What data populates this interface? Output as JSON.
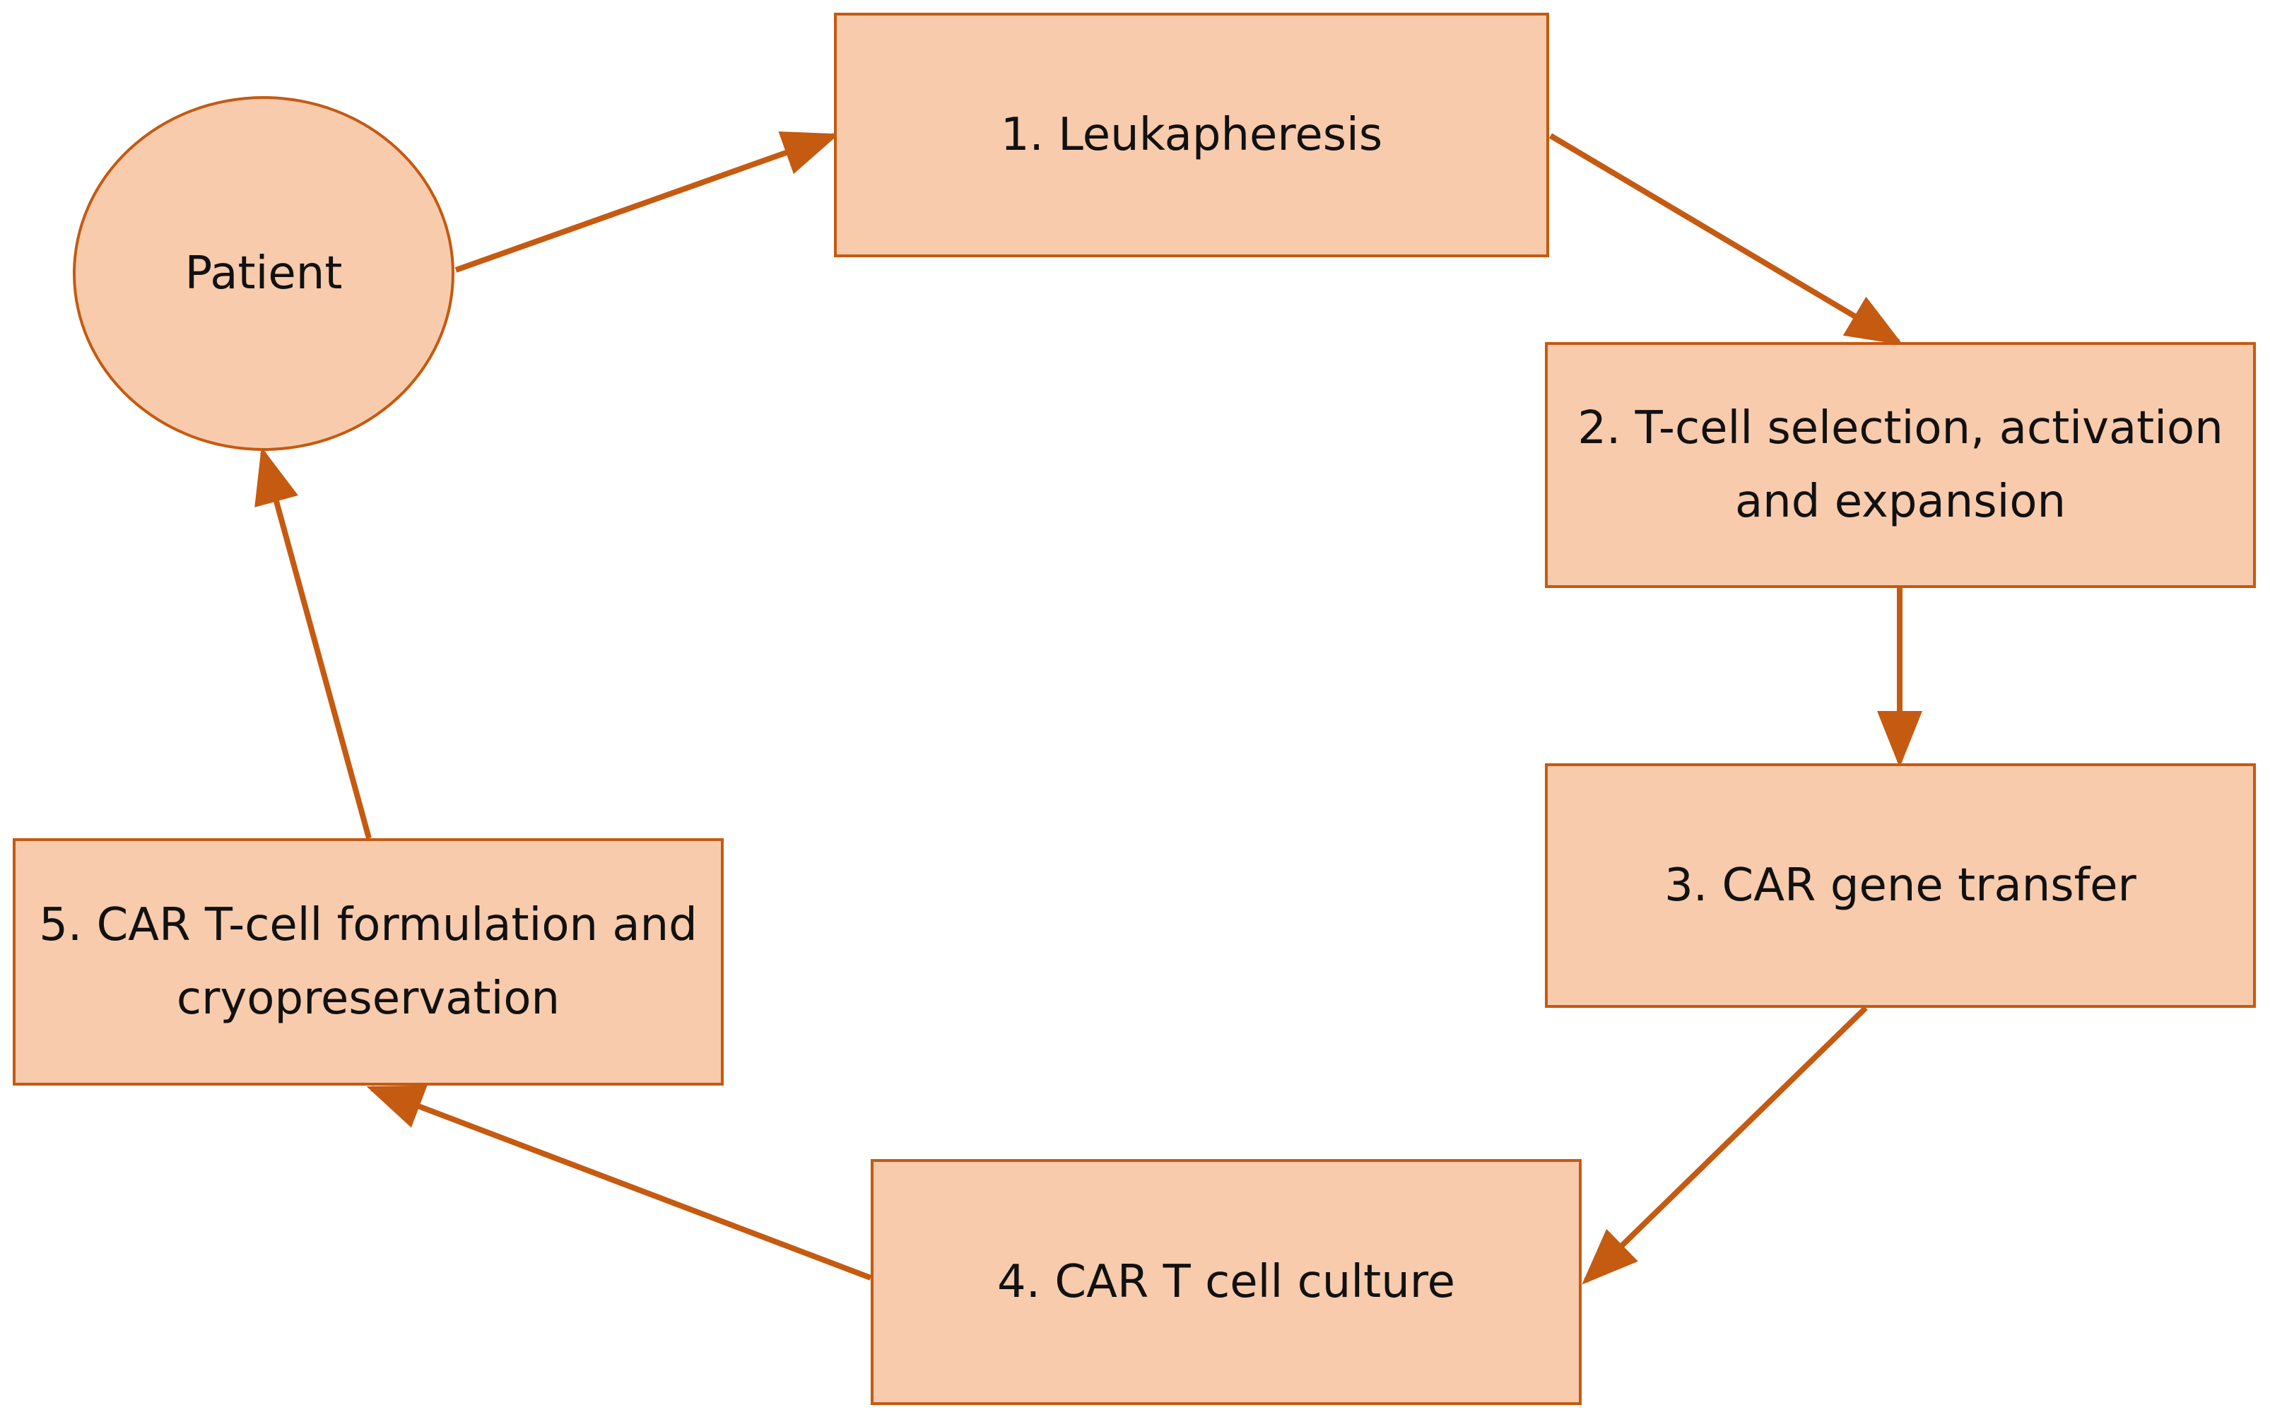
{
  "diagram": {
    "colors": {
      "node_fill": "#f8cbad",
      "node_border": "#c55a11",
      "arrow": "#c55a11",
      "text": "#111111"
    },
    "nodes": {
      "patient": {
        "label": "Patient",
        "shape": "circle"
      },
      "step1": {
        "label": "1. Leukapheresis",
        "shape": "rectangle"
      },
      "step2": {
        "label": "2. T-cell selection, activation and expansion",
        "shape": "rectangle"
      },
      "step3": {
        "label": "3. CAR gene transfer",
        "shape": "rectangle"
      },
      "step4": {
        "label": "4. CAR T cell culture",
        "shape": "rectangle"
      },
      "step5": {
        "label": "5. CAR T-cell formulation and cryopreservation",
        "shape": "rectangle"
      }
    },
    "edges": [
      {
        "from": "patient",
        "to": "step1"
      },
      {
        "from": "step1",
        "to": "step2"
      },
      {
        "from": "step2",
        "to": "step3"
      },
      {
        "from": "step3",
        "to": "step4"
      },
      {
        "from": "step4",
        "to": "step5"
      },
      {
        "from": "step5",
        "to": "patient"
      }
    ]
  }
}
